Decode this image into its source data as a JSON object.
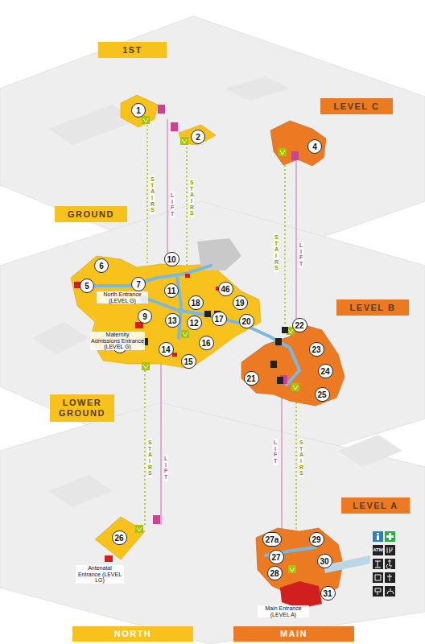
{
  "diagram": {
    "nodes": [
      {
        "text": [
          "1ST"
        ]
      },
      {
        "text": [
          "1"
        ]
      },
      {
        "text": [
          "LEVEL C"
        ]
      },
      {
        "text": [
          "2"
        ]
      },
      {
        "text": [
          "4"
        ]
      },
      {
        "text": [
          "GROUND"
        ]
      },
      {
        "text": [
          "10"
        ]
      },
      {
        "text": [
          "6"
        ]
      },
      {
        "text": [
          "7"
        ]
      },
      {
        "text": [
          "5"
        ]
      },
      {
        "text": [
          "46"
        ]
      },
      {
        "text": [
          "11"
        ]
      },
      {
        "text": [
          "18"
        ]
      },
      {
        "text": [
          "19"
        ]
      },
      {
        "text": [
          "LEVEL B"
        ]
      },
      {
        "text": [
          "9"
        ]
      },
      {
        "text": [
          "13"
        ]
      },
      {
        "text": [
          "12"
        ]
      },
      {
        "text": [
          "17"
        ]
      },
      {
        "text": [
          "20"
        ]
      },
      {
        "text": [
          "22"
        ]
      },
      {
        "text": [
          "8"
        ]
      },
      {
        "text": [
          "14"
        ]
      },
      {
        "text": [
          "16"
        ]
      },
      {
        "text": [
          "23"
        ]
      },
      {
        "text": [
          "15"
        ]
      },
      {
        "text": [
          "24"
        ]
      },
      {
        "text": [
          "21"
        ]
      },
      {
        "text": [
          "25"
        ]
      },
      {
        "text": [
          "LOWER GROUND"
        ]
      },
      {
        "text": [
          "LEVEL A"
        ]
      },
      {
        "text": [
          "26"
        ]
      },
      {
        "text": [
          "27a"
        ]
      },
      {
        "text": [
          "29"
        ]
      },
      {
        "text": [
          "27"
        ]
      },
      {
        "text": [
          "30"
        ]
      },
      {
        "text": [
          "28"
        ]
      },
      {
        "text": [
          "31"
        ]
      },
      {
        "text": [
          "NORTH"
        ]
      },
      {
        "text": [
          "MAIN"
        ]
      }
    ],
    "labels": [
      "STAIRS",
      "LIFT",
      "STAIRS",
      "STAIRS",
      "LIFT",
      "STAIRS",
      "LIFT",
      "LIFT",
      "STAIRS",
      "North Entrance (LEVEL G)",
      "Maternity Admissions Entrance (LEVEL G)",
      "Antenatal Entrance (LEVEL LG)",
      "Main Entrance (LEVEL A)",
      "ATM"
    ]
  }
}
